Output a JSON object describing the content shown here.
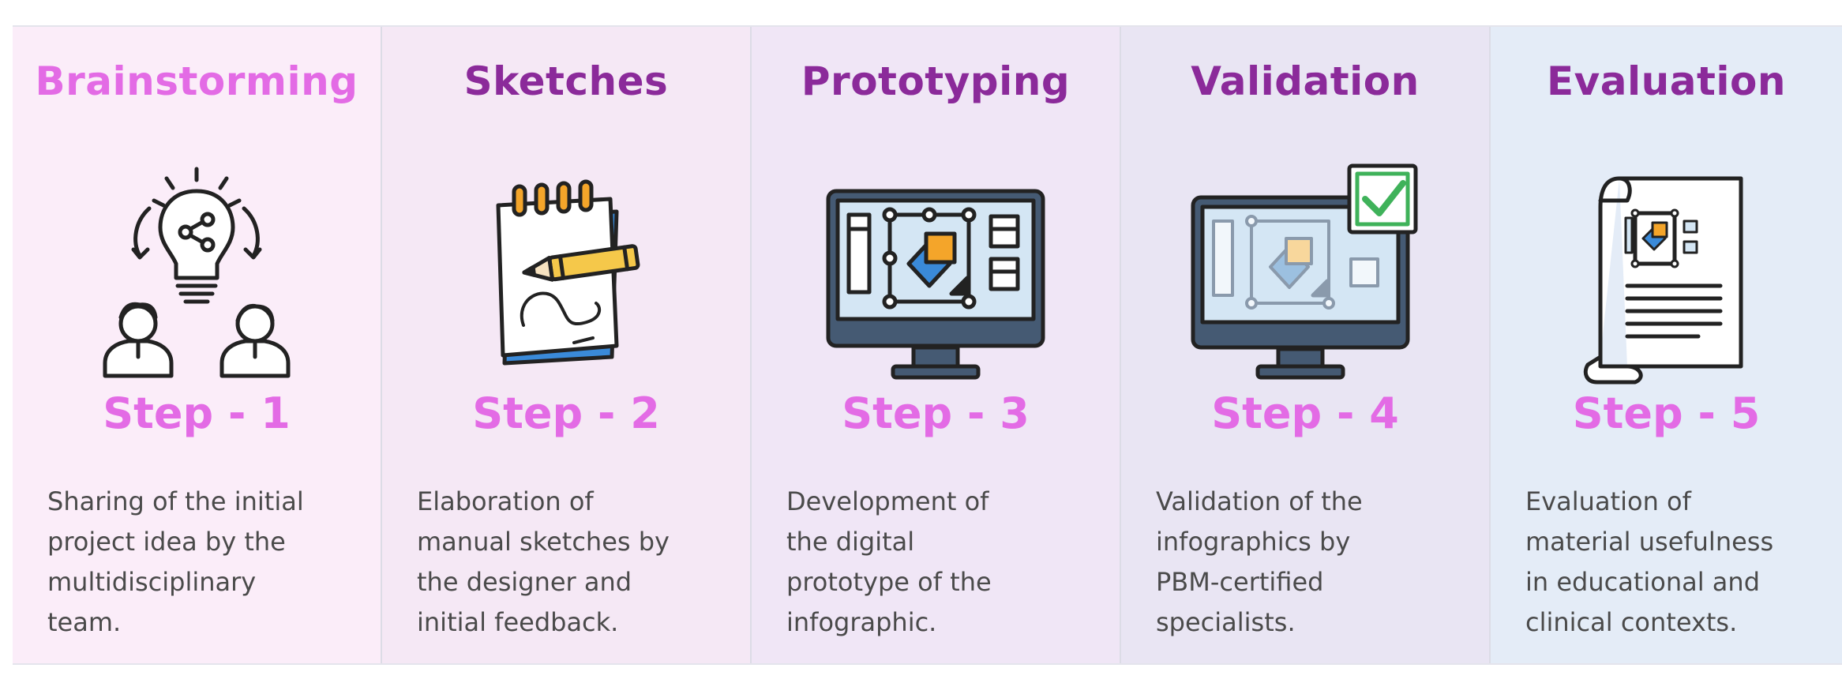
{
  "steps": [
    {
      "title": "Brainstorming",
      "step_label": "Step - 1",
      "description": "Sharing of the initial\nproject idea by the\nmultidisciplinary\nteam.",
      "icon": "brainstorm-lightbulb-people-icon",
      "bg": "#fbedf9",
      "title_color": "#e36be5"
    },
    {
      "title": "Sketches",
      "step_label": "Step - 2",
      "description": "Elaboration of\nmanual sketches by\nthe designer and\ninitial feedback.",
      "icon": "sketchpad-pencil-icon",
      "bg": "#f5e8f5",
      "title_color": "#8b2a9a"
    },
    {
      "title": "Prototyping",
      "step_label": "Step - 3",
      "description": "Development of\nthe digital\nprototype of the\ninfographic.",
      "icon": "monitor-prototype-icon",
      "bg": "#f0e6f6",
      "title_color": "#8b2a9a"
    },
    {
      "title": "Validation",
      "step_label": "Step - 4",
      "description": "Validation of the\ninfographics by\nPBM-certified\nspecialists.",
      "icon": "monitor-checkmark-icon",
      "bg": "#e9e5f3",
      "title_color": "#8b2a9a"
    },
    {
      "title": "Evaluation",
      "step_label": "Step - 5",
      "description": "Evaluation of\nmaterial usefulness\nin educational and\nclinical contexts.",
      "icon": "document-scroll-icon",
      "bg": "#e4ecf7",
      "title_color": "#8b2a9a"
    }
  ],
  "colors": {
    "step_label": "#e36be5",
    "description": "#4a4a4a",
    "icon_outline": "#222222",
    "icon_screen": "#d4e6f4",
    "icon_frame": "#455a73",
    "icon_orange": "#f4a52a",
    "icon_blue": "#3a8ad9",
    "check_green": "#3fb25a"
  }
}
